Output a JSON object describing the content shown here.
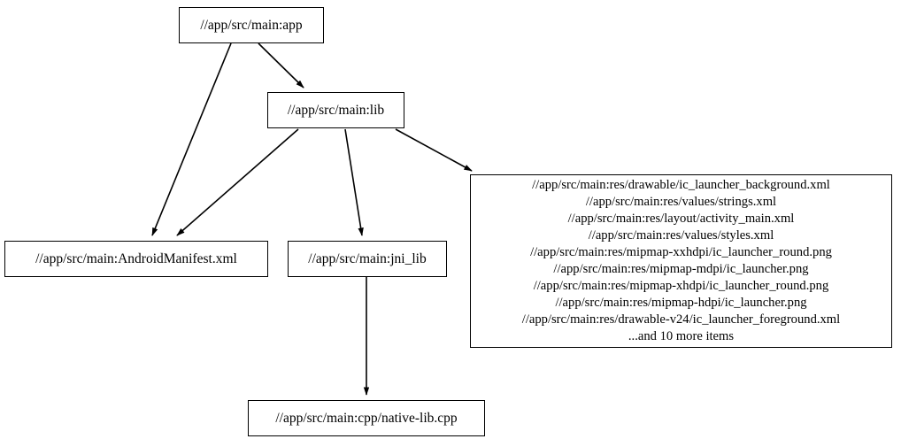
{
  "graph": {
    "type": "directed-dependency-graph",
    "background_color": "#ffffff",
    "node_border_color": "#000000",
    "edge_color": "#000000",
    "text_color": "#000000",
    "nodes": [
      {
        "id": "app",
        "label": "//app/src/main:app"
      },
      {
        "id": "lib",
        "label": "//app/src/main:lib"
      },
      {
        "id": "manifest",
        "label": "//app/src/main:AndroidManifest.xml"
      },
      {
        "id": "jni",
        "label": "//app/src/main:jni_lib"
      },
      {
        "id": "cpp",
        "label": "//app/src/main:cpp/native-lib.cpp"
      },
      {
        "id": "res",
        "lines": [
          "//app/src/main:res/drawable/ic_launcher_background.xml",
          "//app/src/main:res/values/strings.xml",
          "//app/src/main:res/layout/activity_main.xml",
          "//app/src/main:res/values/styles.xml",
          "//app/src/main:res/mipmap-xxhdpi/ic_launcher_round.png",
          "//app/src/main:res/mipmap-mdpi/ic_launcher.png",
          "//app/src/main:res/mipmap-xhdpi/ic_launcher_round.png",
          "//app/src/main:res/mipmap-hdpi/ic_launcher.png",
          "//app/src/main:res/drawable-v24/ic_launcher_foreground.xml",
          "...and 10 more items"
        ],
        "label": "//app/src/main:res/drawable/ic_launcher_background.xml\n//app/src/main:res/values/strings.xml\n//app/src/main:res/layout/activity_main.xml\n//app/src/main:res/values/styles.xml\n//app/src/main:res/mipmap-xxhdpi/ic_launcher_round.png\n//app/src/main:res/mipmap-mdpi/ic_launcher.png\n//app/src/main:res/mipmap-xhdpi/ic_launcher_round.png\n//app/src/main:res/mipmap-hdpi/ic_launcher.png\n//app/src/main:res/drawable-v24/ic_launcher_foreground.xml\n...and 10 more items"
      }
    ],
    "edges": [
      {
        "from": "app",
        "to": "lib"
      },
      {
        "from": "app",
        "to": "manifest"
      },
      {
        "from": "lib",
        "to": "manifest"
      },
      {
        "from": "lib",
        "to": "jni"
      },
      {
        "from": "lib",
        "to": "res"
      },
      {
        "from": "jni",
        "to": "cpp"
      }
    ]
  }
}
